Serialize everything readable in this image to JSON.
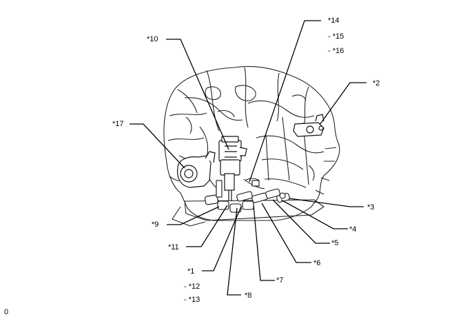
{
  "callouts": {
    "c1": "*1",
    "c2": "*2",
    "c3": "*3",
    "c4": "*4",
    "c5": "*5",
    "c6": "*6",
    "c7": "*7",
    "c8": "*8",
    "c9": "*9",
    "c10": "*10",
    "c11": "*11",
    "c12": "- *12",
    "c13": "- *13",
    "c14": "*14",
    "c15": "- *15",
    "c16": "- *16",
    "c17": "*17"
  },
  "corner_mark": "0"
}
